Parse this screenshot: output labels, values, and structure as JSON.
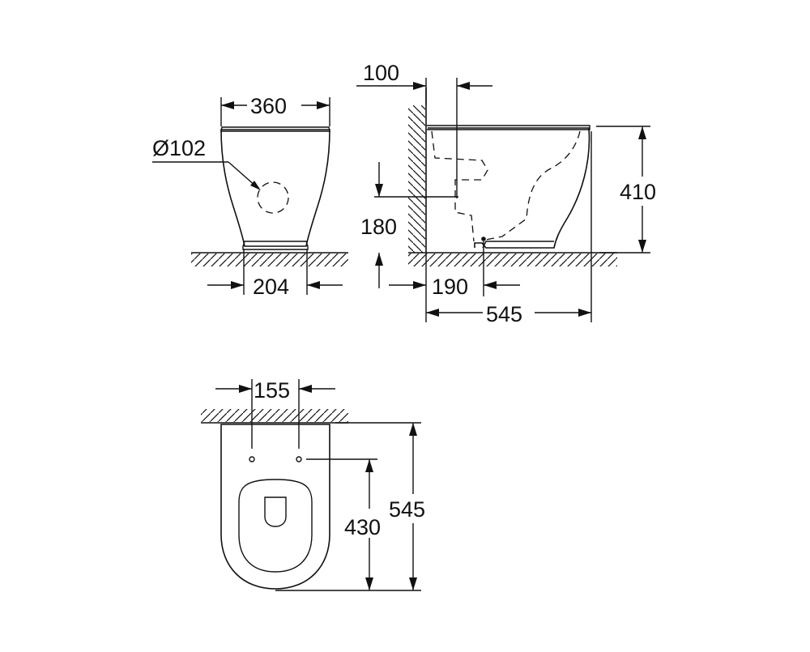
{
  "drawing": {
    "front_view": {
      "width_label": "360",
      "outlet_diameter_label": "Ø102",
      "foot_width_label": "204"
    },
    "side_view": {
      "wall_offset_label": "100",
      "outlet_height_label": "180",
      "fixing_distance_label": "190",
      "depth_label": "545",
      "height_label": "410"
    },
    "top_view": {
      "fixing_spacing_label": "155",
      "fixing_to_front_label": "430",
      "depth_label": "545"
    }
  }
}
